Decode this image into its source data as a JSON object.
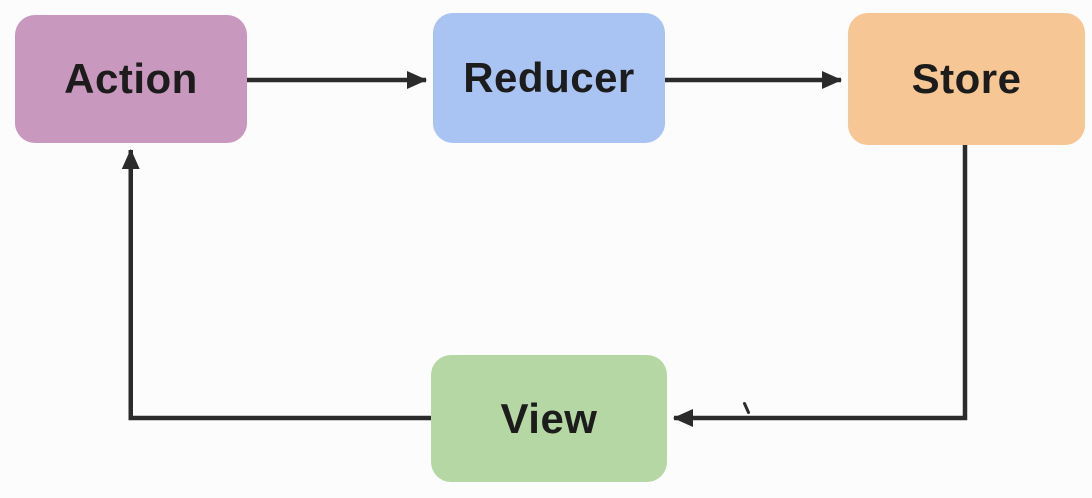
{
  "canvas": {
    "background": "#fcfcfd",
    "line_color": "#2b2b2b",
    "text_color": "#1c1c1c"
  },
  "nodes": {
    "action": {
      "label": "Action",
      "fill": "#c998be"
    },
    "reducer": {
      "label": "Reducer",
      "fill": "#a9c3f3"
    },
    "store": {
      "label": "Store",
      "fill": "#f6c795"
    },
    "view": {
      "label": "View",
      "fill": "#b5d7a3"
    }
  },
  "edges": [
    {
      "from": "Action",
      "to": "Reducer"
    },
    {
      "from": "Reducer",
      "to": "Store"
    },
    {
      "from": "Store",
      "to": "View"
    },
    {
      "from": "View",
      "to": "Action"
    }
  ]
}
